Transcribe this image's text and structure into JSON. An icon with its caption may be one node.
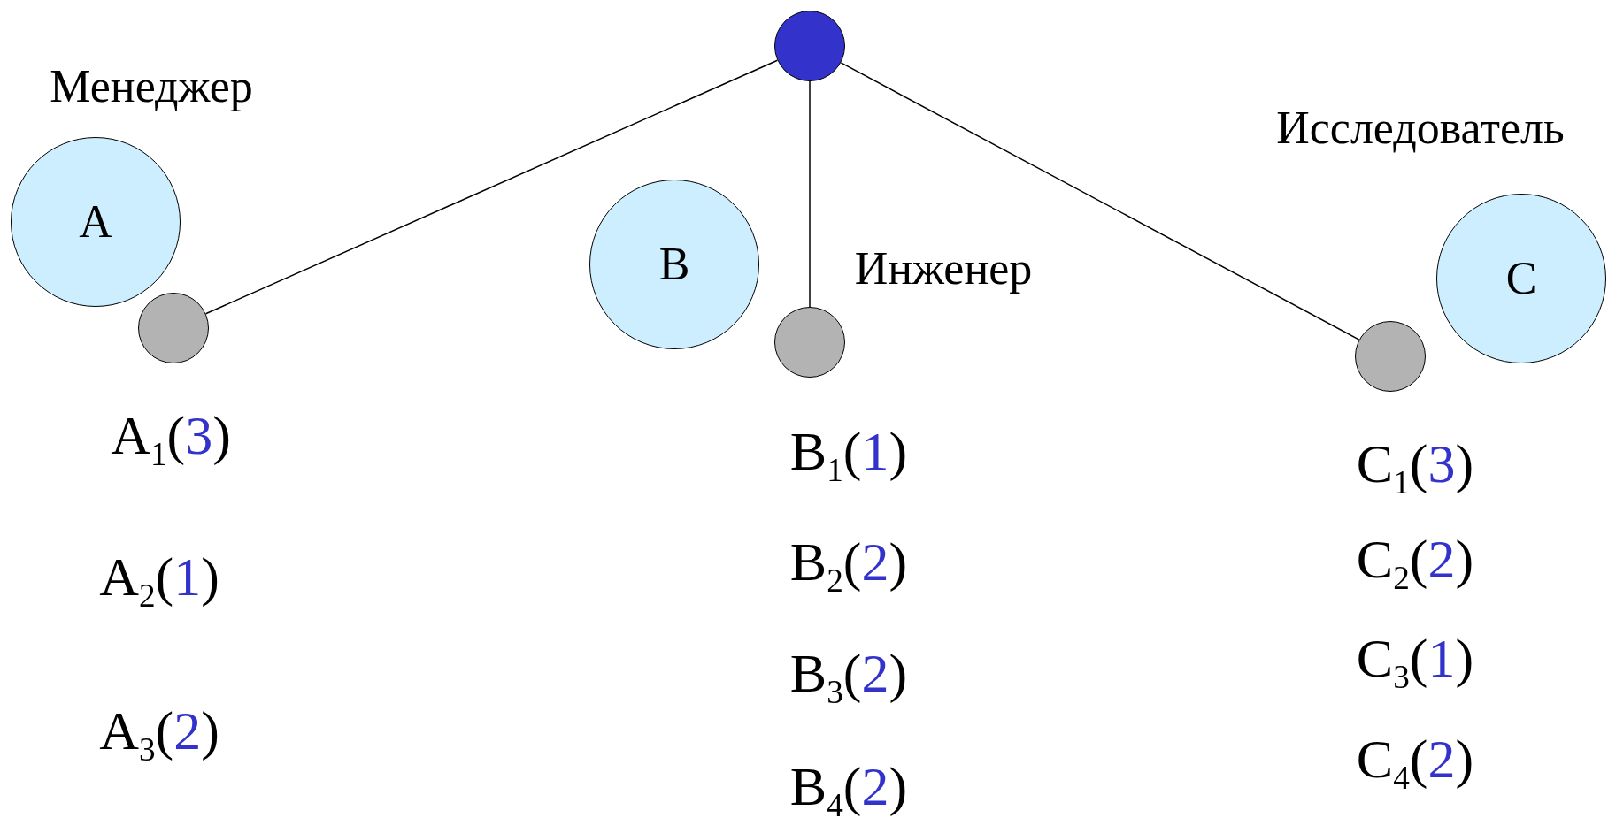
{
  "diagram": {
    "nodes": [
      {
        "text": [],
        "shape": "circle"
      },
      {
        "text": [
          "A"
        ],
        "beside": [
          "Менеджер"
        ]
      },
      {
        "text": [],
        "shape": "circle"
      },
      {
        "text": [
          "B"
        ]
      },
      {
        "text": [],
        "shape": "circle",
        "beside": [
          "Инженер"
        ]
      },
      {
        "text": [
          "C"
        ],
        "beside": [
          "Исследователь"
        ]
      },
      {
        "text": [],
        "shape": "circle"
      }
    ],
    "edges": [
      {
        "from": 0,
        "to": 2,
        "arrow": "none"
      },
      {
        "from": 0,
        "to": 4,
        "arrow": "none"
      },
      {
        "from": 0,
        "to": 6,
        "arrow": "none"
      }
    ],
    "labels": [
      "A$_{1}$(3)",
      "B$_{1}$(1)",
      "C$_{1}$(3)",
      "A$_{2}$(1)",
      "B$_{2}$(2)",
      "C$_{2}$(2)",
      "B$_{3}$(2)",
      "C$_{3}$(1)",
      "A$_{3}$(2)",
      "C$_{4}$(2)",
      "B$_{4}$(2)"
    ]
  }
}
